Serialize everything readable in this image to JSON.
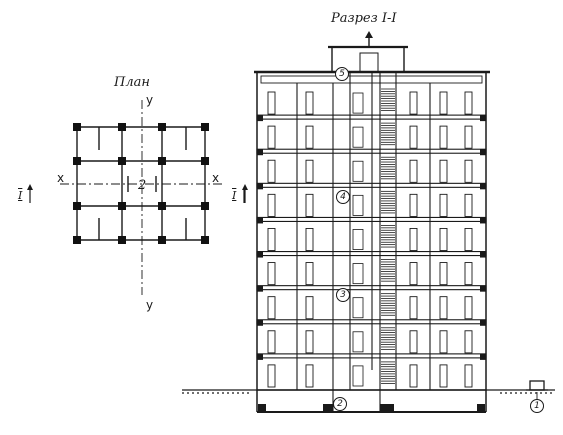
{
  "plan": {
    "title": "План",
    "axis_y_top": "y",
    "axis_y_bottom": "y",
    "axis_x_left": "x",
    "axis_x_right": "x",
    "section_mark": "I",
    "core_number": "2"
  },
  "section": {
    "title": "Разрез I-I",
    "section_mark": "I",
    "callouts": [
      "5",
      "4",
      "3",
      "2",
      "1"
    ]
  }
}
